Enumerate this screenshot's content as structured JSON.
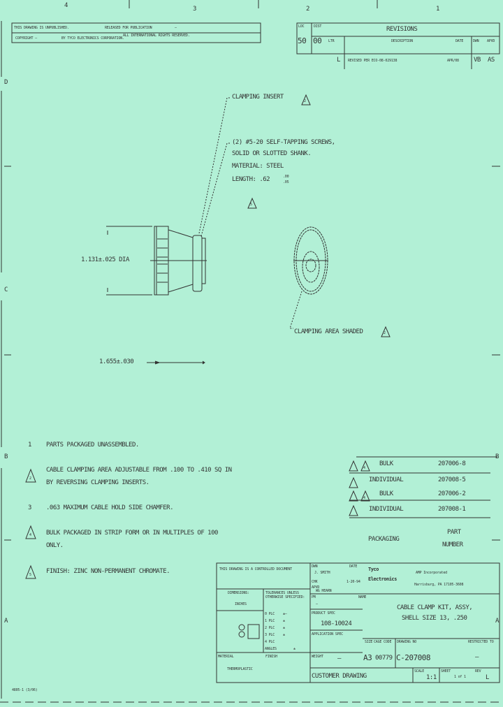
{
  "zones": {
    "cols": [
      "4",
      "3",
      "2",
      "1"
    ],
    "rows": [
      "D",
      "C",
      "B",
      "A"
    ]
  },
  "header": {
    "unpublished": "THIS DRAWING IS UNPUBLISHED.",
    "released": "RELEASED FOR PUBLICATION",
    "copyright": "COPYRIGHT  —",
    "by": "BY TYCO ELECTRONICS CORPORATION.",
    "rights": "ALL INTERNATIONAL RIGHTS RESERVED.",
    "dash": "—"
  },
  "revisions": {
    "title": "REVISIONS",
    "loc_label": "LOC",
    "dist_label": "DIST",
    "loc": "50",
    "dist": "00",
    "ltr_label": "LTR",
    "desc_label": "DESCRIPTION",
    "date_label": "DATE",
    "dwn_label": "DWN",
    "apvd_label": "APVD",
    "rows": [
      {
        "ltr": "L",
        "desc": "REVISED PER ECO-08-029138",
        "date": "APR/08",
        "dwn": "VB",
        "apvd": "AS"
      }
    ]
  },
  "callouts": {
    "clamping_insert": "CLAMPING INSERT",
    "clamping_insert_note": "2",
    "screws": [
      "(2) #5-20 SELF-TAPPING SCREWS,",
      "SOLID OR SLOTTED SHANK.",
      "MATERIAL: STEEL",
      "LENGTH: .62"
    ],
    "screws_tol_plus": ".00",
    "screws_tol_minus": ".05",
    "screws_note": "5",
    "diameter": "1.131±.025 DIA",
    "length": "1.655±.030",
    "clamping_area": "CLAMPING AREA SHADED",
    "clamping_area_note": "2"
  },
  "notes": [
    {
      "num": "1",
      "flag": false,
      "lines": [
        "PARTS PACKAGED UNASSEMBLED."
      ]
    },
    {
      "num": "2",
      "flag": true,
      "lines": [
        "CABLE CLAMPING AREA ADJUSTABLE FROM .100 TO .410 SQ IN",
        "BY REVERSING CLAMPING INSERTS."
      ]
    },
    {
      "num": "3",
      "flag": false,
      "lines": [
        ".063 MAXIMUM CABLE HOLD SIDE CHAMFER."
      ]
    },
    {
      "num": "4",
      "flag": true,
      "lines": [
        "BULK PACKAGED IN STRIP FORM OR IN MULTIPLES OF 100",
        "ONLY."
      ]
    },
    {
      "num": "5",
      "flag": true,
      "lines": [
        "FINISH: ZINC NON-PERMANENT CHROMATE."
      ]
    }
  ],
  "part_table": {
    "headers": {
      "packaging": "PACKAGING",
      "part": [
        "PART",
        "NUMBER"
      ]
    },
    "rows": [
      {
        "flags": "4",
        "packaging": "BULK",
        "part": "207006-8"
      },
      {
        "flags": "",
        "packaging": "INDIVIDUAL",
        "part": "207008-5"
      },
      {
        "flags": "4",
        "packaging": "BULK",
        "part": "207006-2"
      },
      {
        "flags": "",
        "packaging": "INDIVIDUAL",
        "part": "207008-1"
      }
    ]
  },
  "title_block": {
    "controlled": "THIS DRAWING IS A CONTROLLED DOCUMENT",
    "dwn": "DWN",
    "dwn_name": "J. SMITH",
    "date_label": "DATE",
    "chk": "CHK",
    "chk_date": "1-20-94",
    "apvd": "APVD",
    "apvd_name": "WG HEARN",
    "company": "Tyco Electronics",
    "company_name": "AMP Incorporated",
    "address": "Harrisburg, PA 17105-3608",
    "dimensions_label": "DIMENSIONS:",
    "dimensions": "INCHES",
    "tolerances": "TOLERANCES UNLESS OTHERWISE SPECIFIED:",
    "tol_rows": [
      [
        "0 PLC",
        "±—"
      ],
      [
        "1 PLC",
        "±"
      ],
      [
        "2 PLC",
        "±"
      ],
      [
        "3 PLC",
        "±"
      ],
      [
        "4 PLC",
        ""
      ],
      [
        "ANGLES",
        "±"
      ]
    ],
    "pm": "PM",
    "pm_val": "—",
    "name_label": "NAME",
    "title": [
      "CABLE CLAMP KIT, ASSY,",
      "SHELL SIZE 13, .250"
    ],
    "product_spec_label": "PRODUCT SPEC",
    "product_spec": "108-10024",
    "application_spec_label": "APPLICATION SPEC",
    "material_label": "MATERIAL",
    "material": "THERMOPLASTIC",
    "finish_label": "FINISH",
    "weight_label": "WEIGHT",
    "weight": "—",
    "size_label": "SIZE",
    "cage_label": "CAGE CODE",
    "dwg_label": "DRAWING NO",
    "restricted_label": "RESTRICTED TO",
    "size": "A3",
    "cage": "00779",
    "dwg": "C-207008",
    "restricted": "—",
    "customer": "CUSTOMER DRAWING",
    "scale_label": "SCALE",
    "scale": "1:1",
    "sheet_label": "SHEET",
    "sheet": "1 of 1",
    "rev_label": "REV",
    "rev": "L"
  },
  "form_no": "4805-1 (3/06)"
}
